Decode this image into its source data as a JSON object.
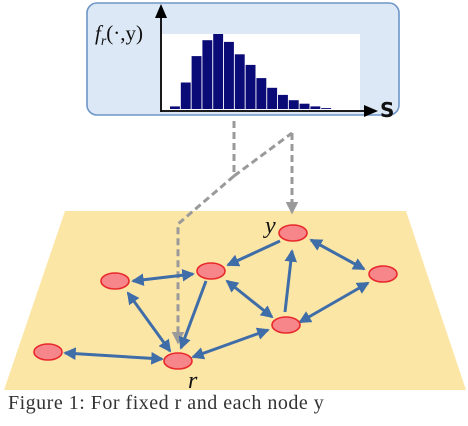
{
  "inset": {
    "function_label": "fr(·,y)",
    "function_main": "f",
    "function_sub": "r",
    "function_args": "(·,y)",
    "axis_label": "S",
    "histogram_values": [
      3,
      30,
      60,
      78,
      85,
      76,
      62,
      50,
      35,
      24,
      16,
      10,
      6,
      3,
      1
    ],
    "colors": {
      "panel_fill": "#dce8f5",
      "panel_border": "#6d95c8",
      "bars": "#0b0b78"
    }
  },
  "graph": {
    "labeled_nodes": {
      "source": "r",
      "target": "y"
    },
    "colors": {
      "plane": "#fce6a6",
      "edges": "#3f6da8",
      "node_fill": "#f6868a",
      "node_stroke": "#e8282c"
    }
  },
  "caption": "Figure 1:  For fixed r and each node y"
}
